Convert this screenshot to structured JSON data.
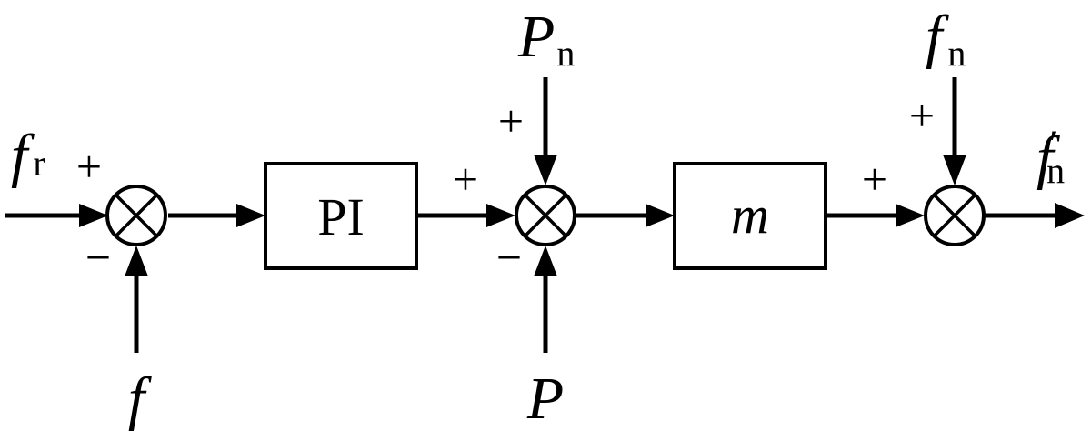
{
  "signals": {
    "f_r": {
      "symbol": "f",
      "sub": "r"
    },
    "f": {
      "symbol": "f"
    },
    "P_n": {
      "symbol": "P",
      "sub": "n"
    },
    "P": {
      "symbol": "P"
    },
    "f_n": {
      "symbol": "f",
      "sub": "n"
    },
    "f_n_prime": {
      "symbol": "f",
      "sub": "n",
      "prime": "′"
    }
  },
  "blocks": {
    "pi": {
      "label": "PI"
    },
    "gain": {
      "label": "m"
    }
  },
  "signs": {
    "sj1_top": "+",
    "sj1_bottom": "−",
    "sj2_left": "+",
    "sj2_top": "+",
    "sj2_bottom": "−",
    "sj3_left": "+",
    "sj3_top": "+"
  },
  "colors": {
    "stroke": "#000000",
    "background": "#ffffff"
  }
}
